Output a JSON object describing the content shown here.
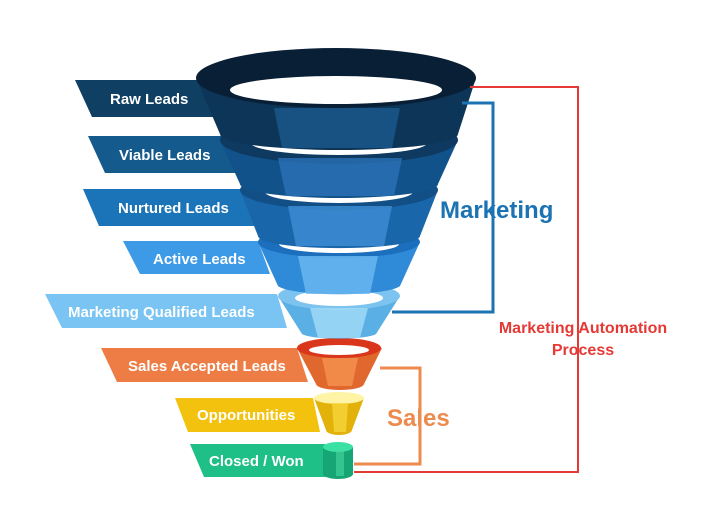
{
  "stages": [
    {
      "label": "Raw Leads",
      "color": "#0f3f63"
    },
    {
      "label": "Viable Leads",
      "color": "#145a8c"
    },
    {
      "label": "Nurtured Leads",
      "color": "#1b74b8"
    },
    {
      "label": "Active Leads",
      "color": "#3d9ae6"
    },
    {
      "label": "Marketing Qualified Leads",
      "color": "#79c4f2"
    },
    {
      "label": "Sales Accepted Leads",
      "color": "#ed7d45"
    },
    {
      "label": "Opportunities",
      "color": "#f2c20f"
    },
    {
      "label": "Closed / Won",
      "color": "#1fbf88"
    }
  ],
  "groups": {
    "marketing": {
      "label": "Marketing",
      "color": "#1b73b3"
    },
    "sales": {
      "label": "Sales",
      "color": "#ed8a4d"
    },
    "automation": {
      "line1": "Marketing Automation",
      "line2": "Process",
      "color": "#e53935"
    }
  }
}
